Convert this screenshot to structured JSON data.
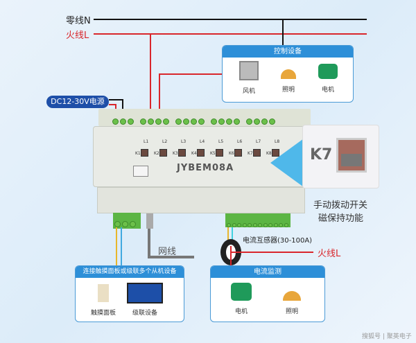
{
  "lines": {
    "neutral": "零线N",
    "live": "火线L"
  },
  "power": {
    "label": "DC12-30V电源"
  },
  "control_box": {
    "title": "控制设备",
    "items": [
      {
        "label": "风机",
        "icon": "fan-icon"
      },
      {
        "label": "照明",
        "icon": "lamp-icon"
      },
      {
        "label": "电机",
        "icon": "motor-icon"
      }
    ]
  },
  "device": {
    "model": "JYBEM08A",
    "relays": [
      "K1",
      "K2",
      "K3",
      "K4",
      "K5",
      "K6",
      "K7",
      "K8"
    ],
    "outputs": [
      "L1",
      "L2",
      "L3",
      "L4",
      "L5",
      "L6",
      "L7",
      "L8"
    ]
  },
  "callout": {
    "key": "K7",
    "line1": "手动拨动开关",
    "line2": "磁保持功能"
  },
  "network": {
    "label": "网线"
  },
  "ct": {
    "label": "电流互感器(30-100A)",
    "live": "火线L"
  },
  "touch_box": {
    "title": "连接触摸面板或级联多个从机设备",
    "items": [
      {
        "label": "触摸面板",
        "icon": "touch-panel-icon"
      },
      {
        "label": "级联设备",
        "icon": "cascade-device-icon"
      }
    ]
  },
  "monitor_box": {
    "title": "电流监测",
    "items": [
      {
        "label": "电机",
        "icon": "motor-icon"
      },
      {
        "label": "照明",
        "icon": "lamp-icon"
      }
    ]
  },
  "watermark": "搜狐号 | 聚英电子",
  "colors": {
    "live": "#d9262b",
    "neutral": "#111111",
    "header": "#2d8fd8",
    "pill": "#1e4fa8"
  }
}
